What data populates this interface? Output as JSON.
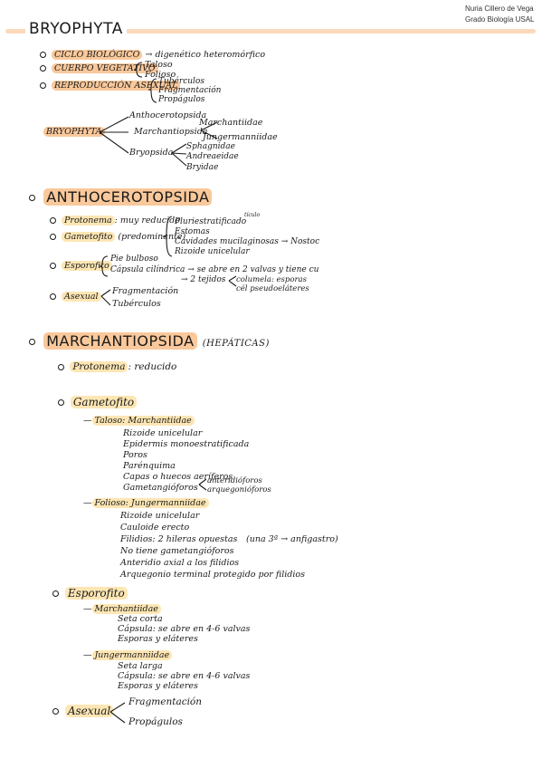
{
  "author": {
    "name": "Nuria Cillero de Vega",
    "course": "Grado Biología USAL"
  },
  "title": "BRYOPHYTA",
  "intro": {
    "ciclo": {
      "label": "CICLO BIOLÓGICO",
      "desc": "→ digenético heteromórfico"
    },
    "cuerpo": {
      "label": "CUERPO VEGETATIVO",
      "items": [
        "Taloso",
        "Folioso"
      ]
    },
    "repro": {
      "label": "REPRODUCCIÓN ASEXUAL",
      "items": [
        "Tubérculos",
        "Fragmentación",
        "Propágulos"
      ]
    },
    "tree": {
      "root": "BRYOPHYTA",
      "antho": "Anthocerotopsida",
      "march": "Marchantiopsida",
      "march_children": [
        "Marchantiidae",
        "Jungermanniidae"
      ],
      "bryo": "Bryopsida",
      "bryo_children": [
        "Sphagnidae",
        "Andreaeidae",
        "Bryidae"
      ]
    }
  },
  "antho": {
    "heading": "ANTHOCEROTOPSIDA",
    "protonema": {
      "label": "Protonema",
      "desc": ": muy reducido"
    },
    "gametofito": {
      "label": "Gametofito",
      "desc": "(predominante)"
    },
    "gam_items": [
      "Pluriestratificado",
      "Estomas",
      "Cavidades mucilaginosas → Nostoc",
      "Rizoide unicelular"
    ],
    "gam_note": "tículo",
    "esporofito": {
      "label": "Esporofito"
    },
    "esp_items": [
      "Pie bulboso",
      "Cápsula cilíndrica → se abre en 2 valvas y tiene cu"
    ],
    "esp_tejidos": "→ 2 tejidos",
    "esp_sub": [
      "columela: esporas",
      "cél pseudoeláteres"
    ],
    "asexual": {
      "label": "Asexual"
    },
    "asx_items": [
      "Fragmentación",
      "Tubérculos"
    ]
  },
  "march": {
    "heading": "MARCHANTIOPSIDA",
    "subtitle": "(HEPÁTICAS)",
    "protonema": {
      "label": "Protonema",
      "desc": ": reducido"
    },
    "gametofito": "Gametofito",
    "taloso": {
      "label": "Taloso: Marchantiidae",
      "items": [
        "Rizoide unicelular",
        "Epidermis monoestratificada",
        "Poros",
        "Parénquima",
        "Capas o huecos aeríferos",
        "Gametangióforos"
      ],
      "sub": [
        "anteridióforos",
        "arquegonióforos"
      ]
    },
    "folioso": {
      "label": "Folioso: Jungermanniidae",
      "items": [
        "Rizoide unicelular",
        "Cauloide erecto",
        "Filidios: 2 hileras opuestas",
        "No tiene gametangióforos",
        "Anteridio axial a los filidios",
        "Arquegonio terminal protegido por filidios"
      ],
      "note": "(una 3ª → anfigastro)"
    },
    "esporofito": "Esporofito",
    "esp_march": {
      "label": "Marchantiidae",
      "items": [
        "Seta corta",
        "Cápsula: se abre en 4-6 valvas",
        "Esporas y eláteres"
      ]
    },
    "esp_junger": {
      "label": "Jungermanniidae",
      "items": [
        "Seta larga",
        "Cápsula: se abre en 4-6 valvas",
        "Esporas y eláteres"
      ]
    },
    "asexual": "Asexual",
    "asx_items": [
      "Fragmentación",
      "Propágulos"
    ]
  }
}
